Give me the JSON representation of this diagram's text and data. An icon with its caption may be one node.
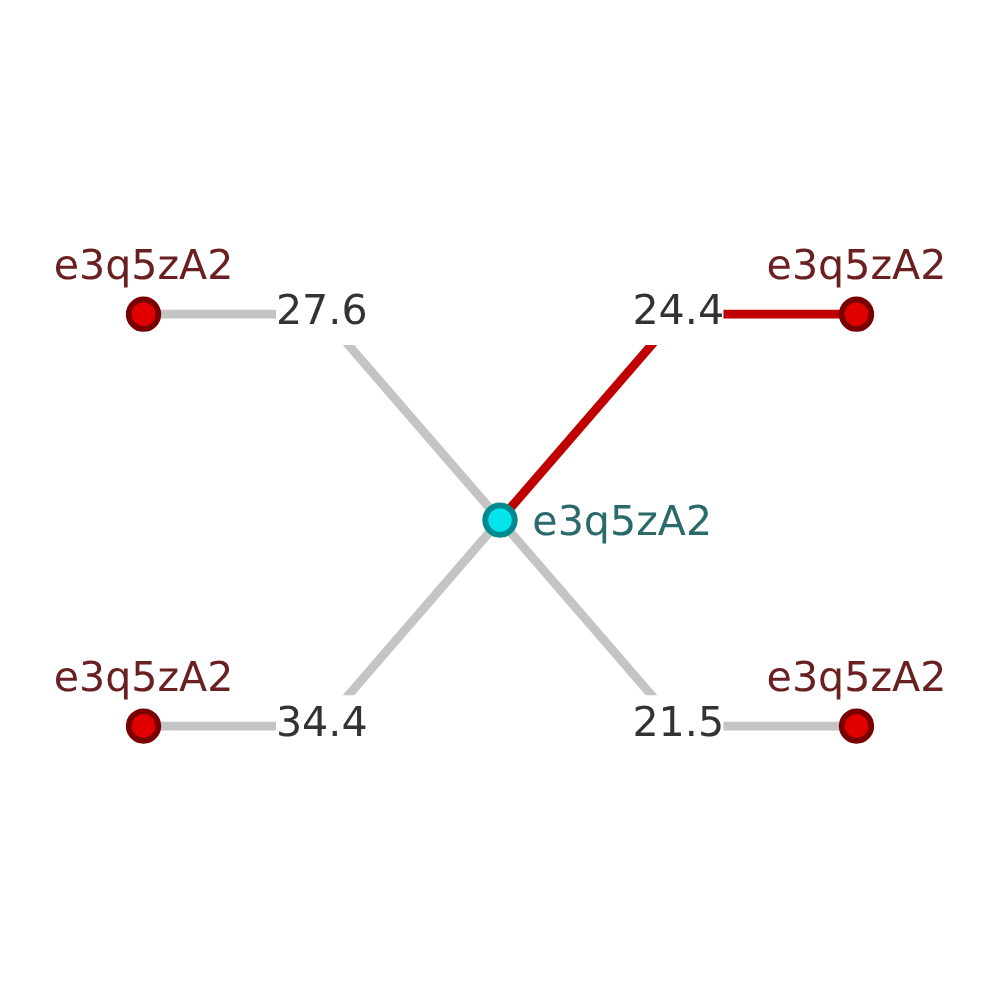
{
  "diagram": {
    "nodes": [
      {
        "text": [],
        "shape": "circle",
        "beside": [
          "e3q5zA2"
        ]
      },
      {
        "text": [],
        "shape": "circle",
        "beside": [
          "e3q5zA2"
        ]
      },
      {
        "text": [],
        "shape": "circle",
        "beside": [
          "e3q5zA2"
        ]
      },
      {
        "text": [],
        "shape": "circle",
        "beside": [
          "e3q5zA2"
        ]
      },
      {
        "text": [],
        "shape": "circle",
        "beside": [
          "e3q5zA2"
        ]
      }
    ],
    "edges": [
      {
        "from": 0,
        "to": 1,
        "arrow": "none",
        "label": "27.6"
      },
      {
        "from": 1,
        "to": 2,
        "arrow": "none",
        "label": "24.4",
        "color": "#c00000"
      },
      {
        "from": 1,
        "to": 3,
        "arrow": "none",
        "label": "21.5"
      },
      {
        "from": 4,
        "to": 1,
        "arrow": "none",
        "label": "34.4"
      }
    ]
  }
}
